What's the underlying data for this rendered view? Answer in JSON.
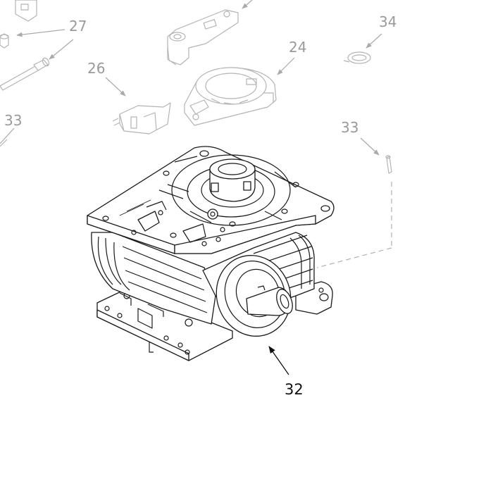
{
  "diagram": {
    "callouts": [
      {
        "id": "27",
        "label": "27"
      },
      {
        "id": "34",
        "label": "34"
      },
      {
        "id": "24",
        "label": "24"
      },
      {
        "id": "26",
        "label": "26"
      },
      {
        "id": "33a",
        "label": "33"
      },
      {
        "id": "33b",
        "label": "33"
      },
      {
        "id": "32",
        "label": "32"
      }
    ]
  }
}
